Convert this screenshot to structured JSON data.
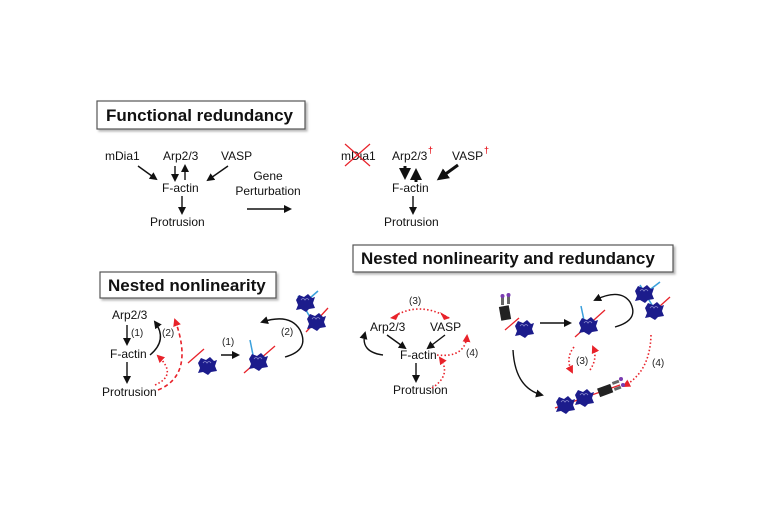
{
  "panels": {
    "functional_redundancy": {
      "title": "Functional redundancy",
      "before": {
        "nodes": [
          "mDia1",
          "Arp2/3",
          "VASP",
          "F-actin",
          "Protrusion"
        ]
      },
      "transition": {
        "line1": "Gene",
        "line2": "Perturbation"
      },
      "after": {
        "nodes": [
          "mDia1",
          "Arp2/3",
          "VASP",
          "F-actin",
          "Protrusion"
        ],
        "knocked_out": "mDia1",
        "upregulated_marker": "†"
      }
    },
    "nested_nonlinearity": {
      "title": "Nested nonlinearity",
      "nodes": [
        "Arp2/3",
        "F-actin",
        "Protrusion"
      ],
      "labels": {
        "step1": "(1)",
        "step2": "(2)"
      },
      "cartoon_labels": {
        "step1": "(1)",
        "step2": "(2)"
      }
    },
    "nested_nonlinearity_redundancy": {
      "title": "Nested nonlinearity and redundancy",
      "nodes": [
        "Arp2/3",
        "VASP",
        "F-actin",
        "Protrusion"
      ],
      "labels": {
        "step3": "(3)",
        "step4": "(4)"
      },
      "cartoon_labels": {
        "step3": "(3)",
        "step4": "(4)"
      }
    }
  },
  "colors": {
    "arrow_black": "#111111",
    "feedback_red": "#e8222a",
    "protein_blue": "#1c1c8c",
    "branch_blue": "#3aa0dc"
  }
}
